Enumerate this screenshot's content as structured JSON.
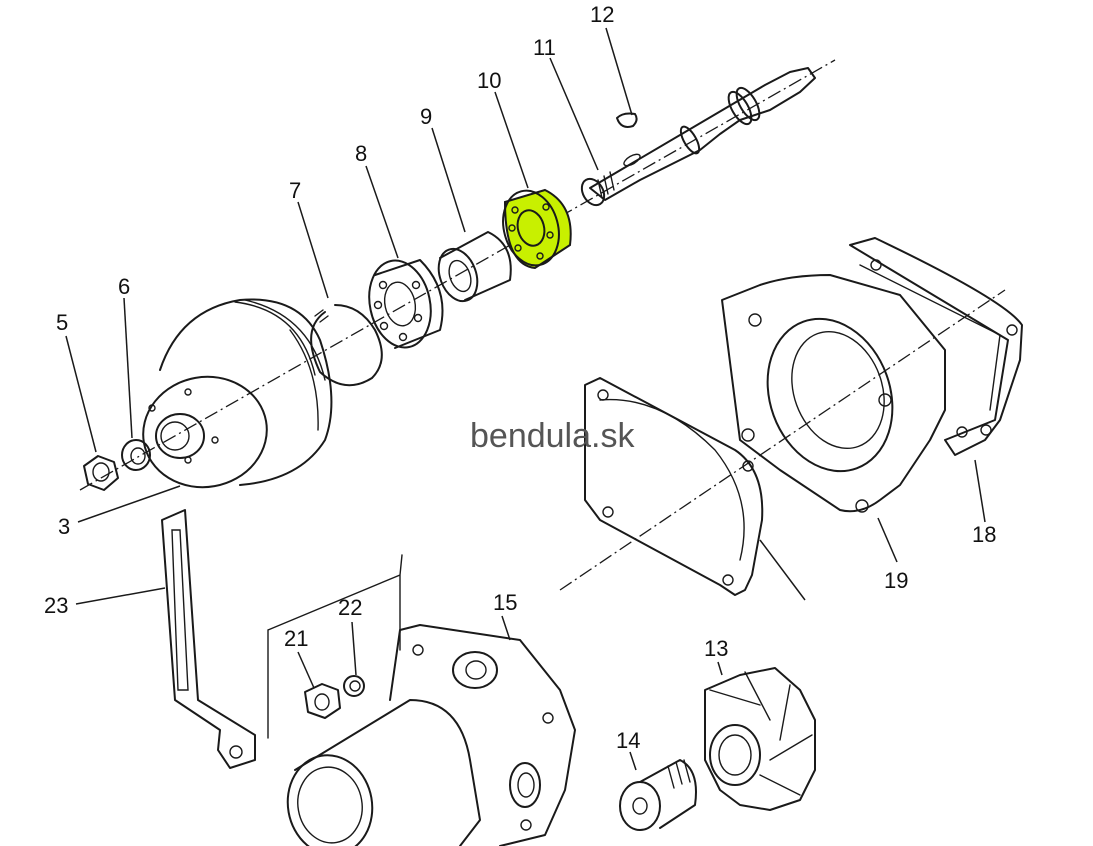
{
  "diagram": {
    "watermark": "bendula.sk",
    "highlight_color": "#c8f000",
    "highlighted_part": "10",
    "part_labels": [
      "12",
      "11",
      "10",
      "9",
      "8",
      "7",
      "6",
      "5",
      "3",
      "23",
      "22",
      "21",
      "15",
      "13",
      "14",
      "18",
      "19"
    ]
  }
}
